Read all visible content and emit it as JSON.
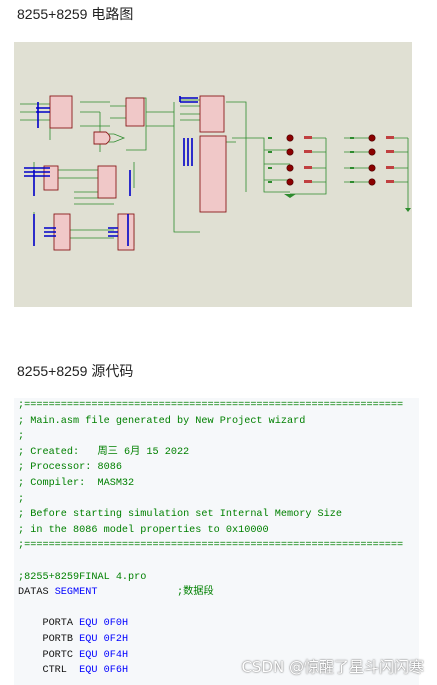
{
  "section1": {
    "title": "8255+8259 电路图"
  },
  "section2": {
    "title": "8255+8259 源代码"
  },
  "code": {
    "lines": [
      {
        "t": ";==============================================================",
        "c": "cmt"
      },
      {
        "t": "; Main.asm file generated by New Project wizard",
        "c": "cmt"
      },
      {
        "t": ";",
        "c": "cmt"
      },
      {
        "t": "; Created:   周三 6月 15 2022",
        "c": "cmt"
      },
      {
        "t": "; Processor: 8086",
        "c": "cmt"
      },
      {
        "t": "; Compiler:  MASM32",
        "c": "cmt"
      },
      {
        "t": ";",
        "c": "cmt"
      },
      {
        "t": "; Before starting simulation set Internal Memory Size",
        "c": "cmt"
      },
      {
        "t": "; in the 8086 model properties to 0x10000",
        "c": "cmt"
      },
      {
        "t": ";==============================================================",
        "c": "cmt"
      },
      {
        "t": "",
        "c": "plain"
      },
      {
        "t": ";8255+8259FINAL 4.pro",
        "c": "cmt"
      }
    ],
    "datas_line": {
      "name": "DATAS ",
      "keyword": "SEGMENT",
      "pad": "             ",
      "comment": ";数据段"
    },
    "equ_lines": [
      {
        "name": "    PORTA ",
        "keyword": "EQU",
        "value": " 0F0H"
      },
      {
        "name": "    PORTB ",
        "keyword": "EQU",
        "value": " 0F2H"
      },
      {
        "name": "    PORTC ",
        "keyword": "EQU",
        "value": " 0F4H"
      },
      {
        "name": "    CTRL  ",
        "keyword": "EQU",
        "value": " 0F6H"
      }
    ]
  },
  "watermark": {
    "text": "CSDN @惊醒了星斗闪闪寒"
  },
  "colors": {
    "comment": "#008000",
    "keyword": "#0000ff",
    "code_bg": "#f6f8fa",
    "schematic_bg": "#e0e0d3",
    "chip_fill": "#f0c8c8",
    "chip_outline": "#8b1a1a",
    "wire": "#2e8b2e",
    "bus": "#0000c8",
    "led": "#8b0000"
  }
}
